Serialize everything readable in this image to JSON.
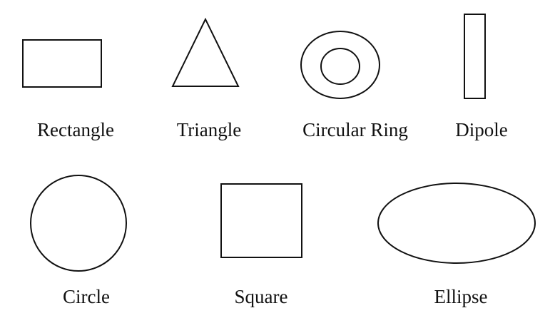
{
  "diagram": {
    "shapes": [
      {
        "id": "rectangle",
        "label": "Rectangle"
      },
      {
        "id": "triangle",
        "label": "Triangle"
      },
      {
        "id": "circular-ring",
        "label": "Circular Ring"
      },
      {
        "id": "dipole",
        "label": "Dipole"
      },
      {
        "id": "circle",
        "label": "Circle"
      },
      {
        "id": "square",
        "label": "Square"
      },
      {
        "id": "ellipse",
        "label": "Ellipse"
      }
    ]
  }
}
